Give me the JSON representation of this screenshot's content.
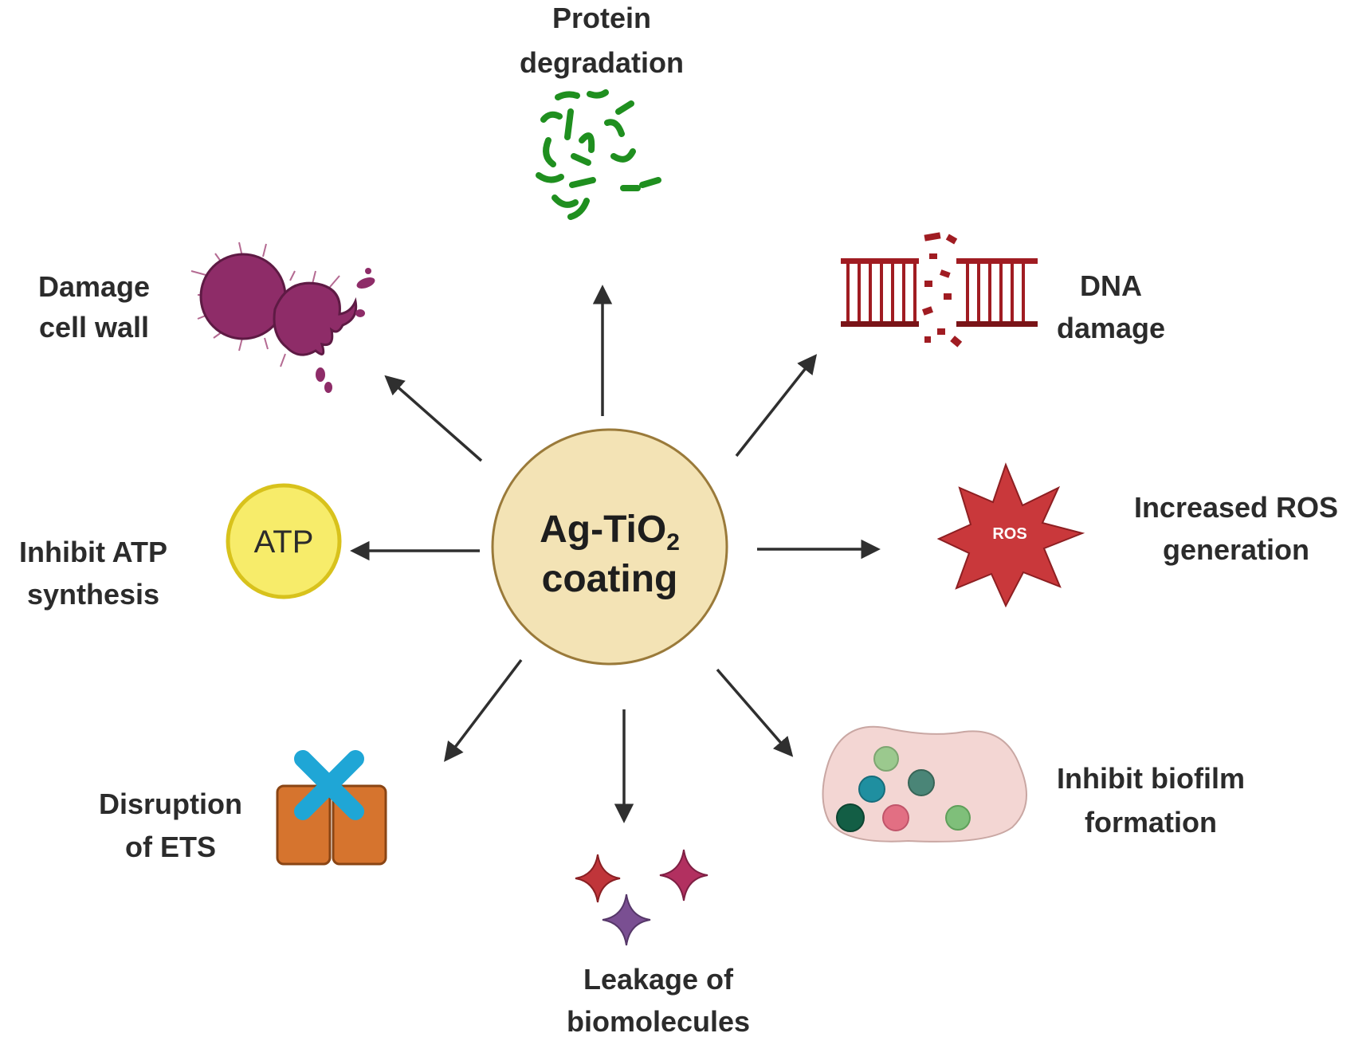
{
  "center": {
    "line1": "Ag-TiO",
    "subscript": "2",
    "line2": "coating"
  },
  "effects": {
    "protein": {
      "line1": "Protein",
      "line2": "degradation",
      "icon": "protein-fragments-icon"
    },
    "dna": {
      "line1": "DNA",
      "line2": "damage",
      "icon": "dna-ladder-icon"
    },
    "ros": {
      "line1": "Increased ROS",
      "line2": "generation",
      "badge": "ROS",
      "icon": "ros-burst-icon"
    },
    "biofilm": {
      "line1": "Inhibit biofilm",
      "line2": "formation",
      "icon": "biofilm-icon"
    },
    "leakage": {
      "line1": "Leakage of",
      "line2": "biomolecules",
      "icon": "sparkle-molecules-icon"
    },
    "ets": {
      "line1": "Disruption",
      "line2": "of ETS",
      "icon": "blocked-channel-icon"
    },
    "atp": {
      "line1": "Inhibit ATP",
      "line2": "synthesis",
      "badge": "ATP",
      "icon": "atp-circle-icon"
    },
    "cellwall": {
      "line1": "Damage",
      "line2": "cell wall",
      "icon": "ruptured-cell-icon"
    }
  },
  "colors": {
    "center_fill": "#f3e3b5",
    "center_stroke": "#9a7a3a",
    "protein": "#1f8f1f",
    "dna": "#a01c22",
    "ros": "#c9383b",
    "atp_fill": "#f7ec6a",
    "atp_stroke": "#d8c21c",
    "cell": "#8e2c68",
    "ets_box": "#d6742e",
    "ets_x": "#1fa6d6",
    "biofilm": "#f3d6d3",
    "arrow": "#2f2f2f"
  }
}
